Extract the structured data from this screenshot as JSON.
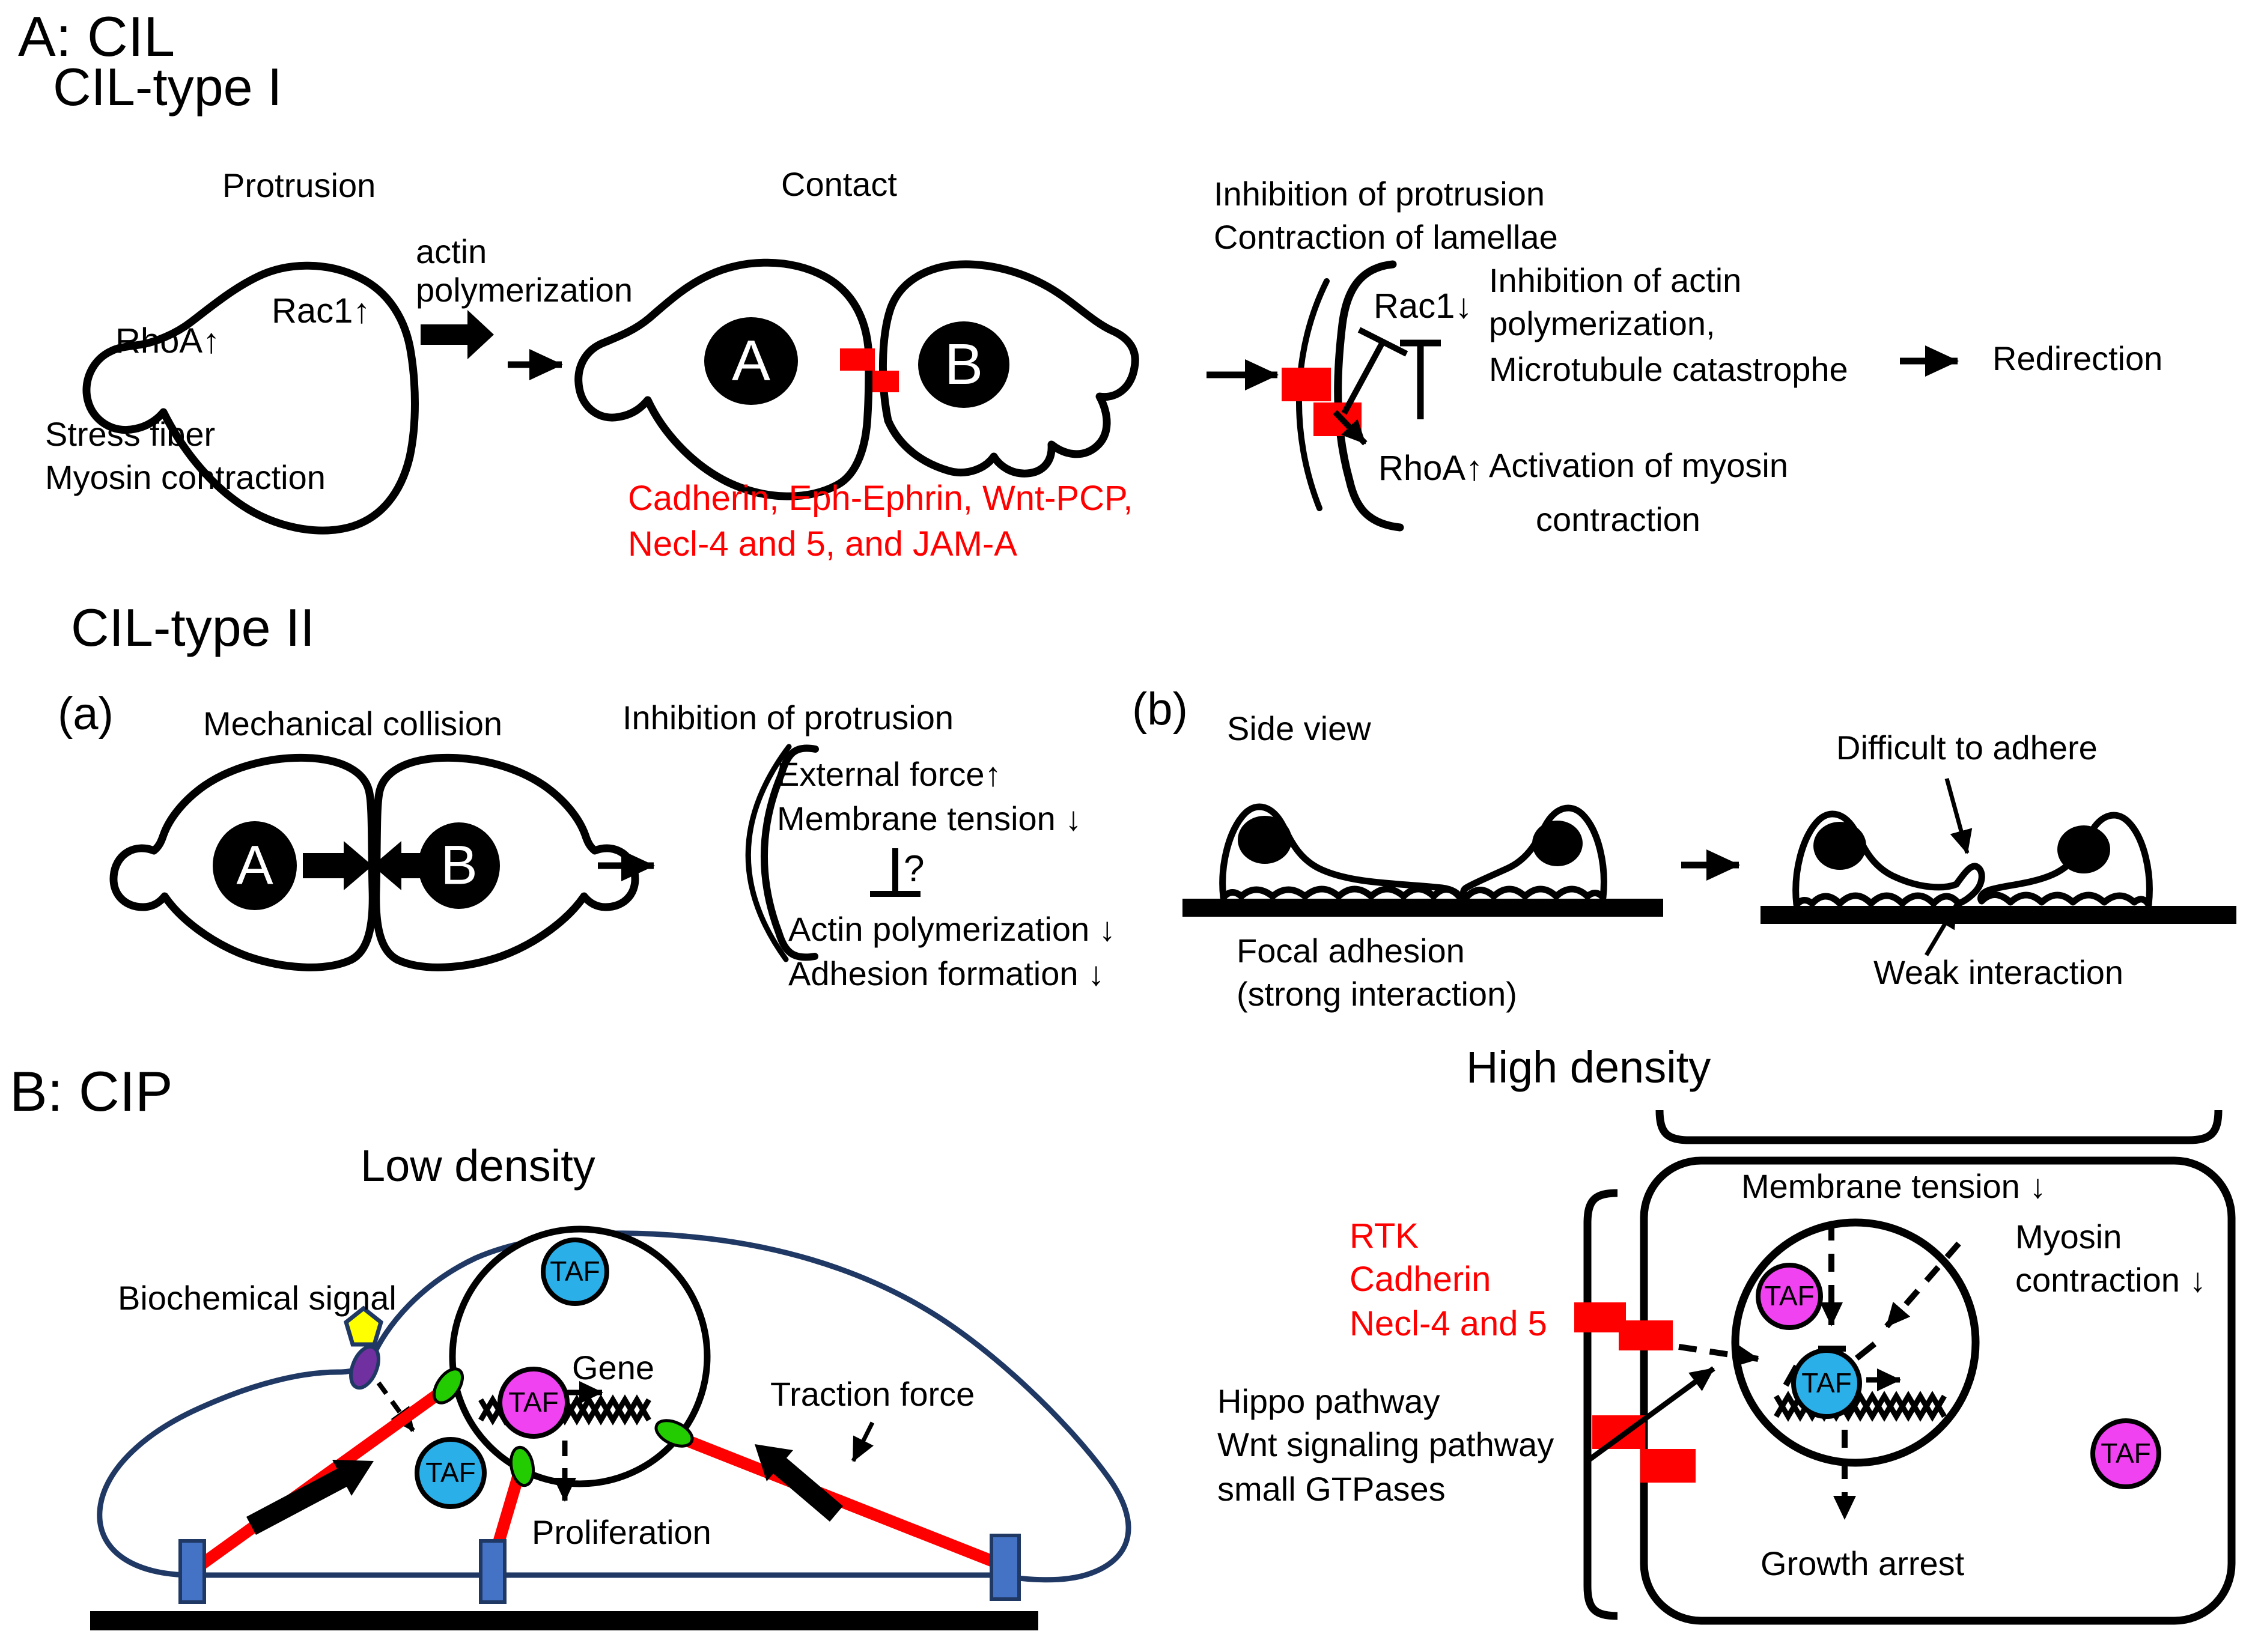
{
  "colors": {
    "red_accent": "#FF0000",
    "magenta_taf": "#F042F0",
    "cyan_taf": "#2BAFE8",
    "green_adhesion": "#22CC00",
    "blue_integrin": "#4472C4",
    "navy_outline": "#1F3864",
    "yellow_ligand": "#FFFF00",
    "purple_receptor": "#7030A0"
  },
  "panel_a": {
    "title": "A: CIL",
    "type1": {
      "heading": "CIL-type I",
      "protrusion": "Protrusion",
      "actin_line1": "actin",
      "actin_line2": "polymerization",
      "rac1_up": "Rac1↑",
      "rhoa_up": "RhoA↑",
      "stress_fiber": "Stress fiber",
      "myosin_contraction": "Myosin contraction",
      "contact": "Contact",
      "cell_a": "A",
      "cell_b": "B",
      "receptors_line1": "Cadherin, Eph-Ephrin, Wnt-PCP,",
      "receptors_line2": "Necl-4 and 5, and JAM-A",
      "outcome_line1": "Inhibition of protrusion",
      "outcome_line2": "Contraction of lamellae",
      "rac1_down": "Rac1↓",
      "actin_inhib_line1": "Inhibition of actin",
      "actin_inhib_line2": "polymerization,",
      "actin_inhib_line3": "Microtubule catastrophe",
      "rhoa_up_2": "RhoA↑",
      "myosin_act_line1": "Activation of myosin",
      "myosin_act_line2": "contraction",
      "redirection": "Redirection"
    },
    "type2": {
      "heading": "CIL-type II",
      "a_label": "(a)",
      "mechanical_collision": "Mechanical collision",
      "cell_a": "A",
      "cell_b": "B",
      "inhibition_of_protrusion": "Inhibition of protrusion",
      "external_force": "External force↑",
      "membrane_tension": "Membrane tension ↓",
      "question_mark": "?",
      "actin_polymerization": "Actin polymerization ↓",
      "adhesion_formation": "Adhesion formation ↓",
      "b_label": "(b)",
      "side_view": "Side view",
      "focal_adhesion_line1": "Focal adhesion",
      "focal_adhesion_line2": "(strong interaction)",
      "difficult_to_adhere": "Difficult to adhere",
      "weak_interaction": "Weak interaction"
    }
  },
  "panel_b": {
    "title": "B: CIP",
    "low": {
      "heading": "Low density",
      "biochemical_signal": "Biochemical signal",
      "taf": "TAF",
      "gene": "Gene",
      "traction_force": "Traction force",
      "proliferation": "Proliferation"
    },
    "high": {
      "heading": "High density",
      "membrane_tension": "Membrane tension ↓",
      "myosin_line1": "Myosin",
      "myosin_line2": "contraction ↓",
      "taf": "TAF",
      "receptors_line1": "RTK",
      "receptors_line2": "Cadherin",
      "receptors_line3": "Necl-4 and 5",
      "pathways_line1": "Hippo pathway",
      "pathways_line2": "Wnt signaling pathway",
      "pathways_line3": "small GTPases",
      "growth_arrest": "Growth arrest"
    }
  }
}
